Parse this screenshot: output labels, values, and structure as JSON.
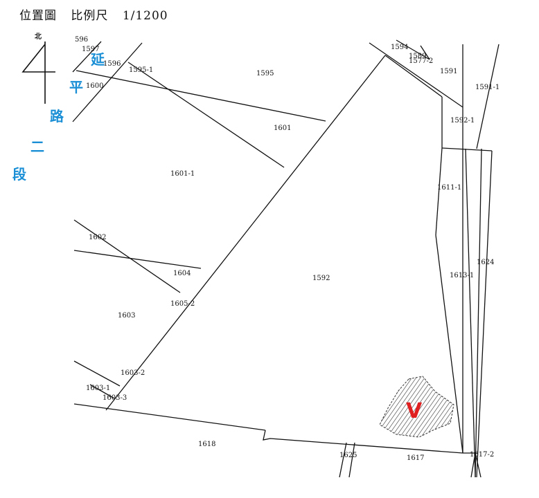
{
  "header": {
    "title": "位置圖",
    "scale_label": "比例尺",
    "scale_value": "1/1200"
  },
  "north": {
    "label": "北"
  },
  "road": {
    "chars": [
      "延",
      "平",
      "路",
      "二",
      "段"
    ]
  },
  "lots": [
    "596",
    "1597",
    "1596",
    "1595-1",
    "1600",
    "1595",
    "1594",
    "1589",
    "1577-2",
    "1591",
    "1591-1",
    "1601",
    "1592-1",
    "1601-1",
    "1611-1",
    "1602",
    "1604",
    "1592",
    "1624",
    "1613-1",
    "1605-2",
    "1603",
    "1603-2",
    "1603-1",
    "1603-3",
    "1618",
    "1625",
    "1617",
    "1617-2"
  ],
  "marker": {
    "symbol": "V",
    "color": "#e02020"
  },
  "colors": {
    "road": "#1a8fd6",
    "lines": "#111111",
    "marker": "#e02020"
  }
}
